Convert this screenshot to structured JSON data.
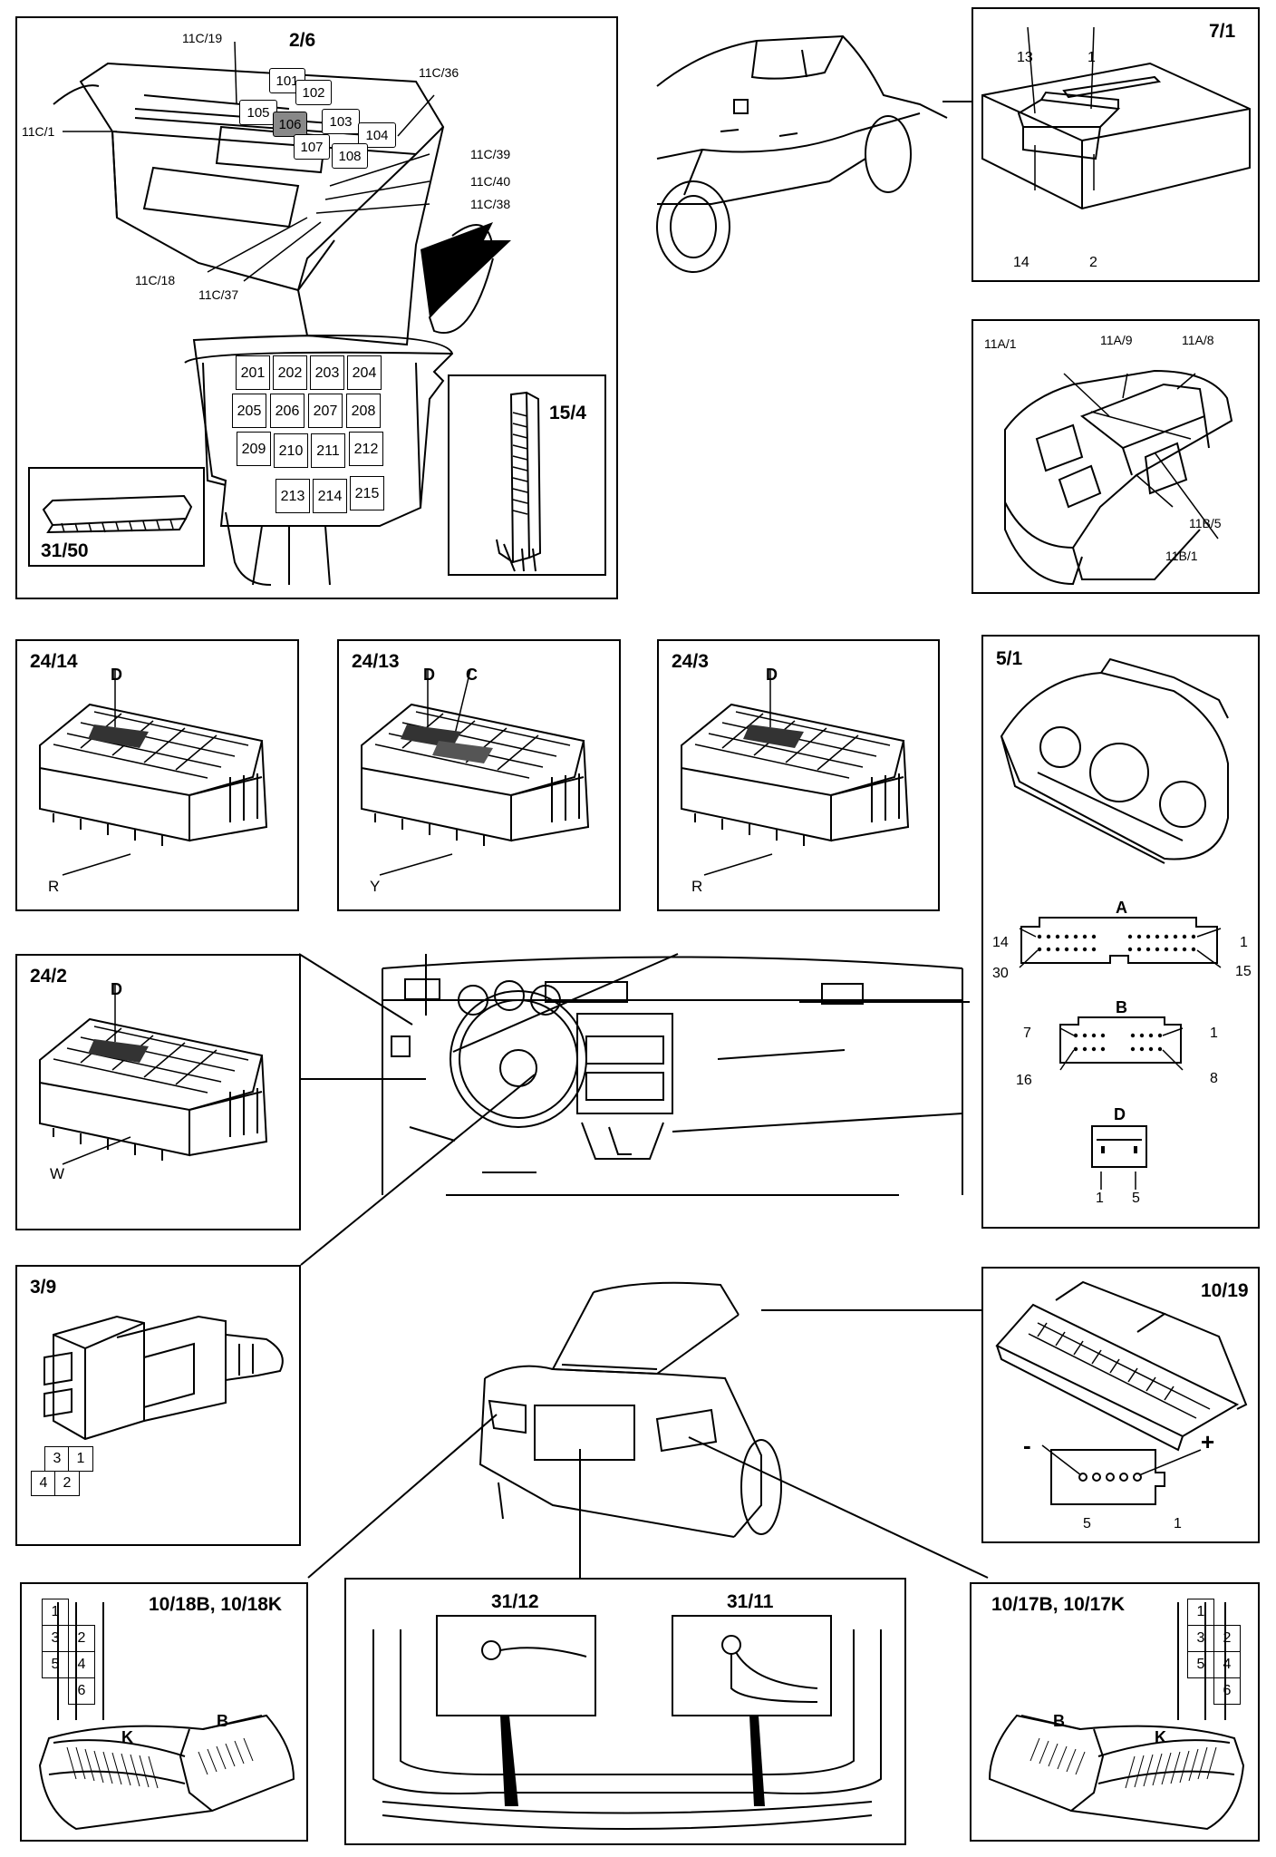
{
  "panels": {
    "p26": {
      "number": "2/6",
      "labels": {
        "c11c19": "11C/19",
        "c11c36": "11C/36",
        "c11c1": "11C/1",
        "c11c39": "11C/39",
        "c11c40": "11C/40",
        "c11c38": "11C/38",
        "c11c18": "11C/18",
        "c11c37": "11C/37"
      },
      "upper_relays": [
        "101",
        "102",
        "103",
        "104",
        "105",
        "106",
        "107",
        "108"
      ],
      "lower_relays": [
        "201",
        "202",
        "203",
        "204",
        "205",
        "206",
        "207",
        "208",
        "209",
        "210",
        "211",
        "212",
        "213",
        "214",
        "215"
      ],
      "inset_154": "15/4",
      "inset_3150": "31/50"
    },
    "p71": {
      "number": "7/1",
      "pins": {
        "p13": "13",
        "p1": "1",
        "p14": "14",
        "p2": "2"
      }
    },
    "p11a": {
      "labels": {
        "a1": "11A/1",
        "a9": "11A/9",
        "a8": "11A/8",
        "b5": "11B/5",
        "b1": "11B/1"
      }
    },
    "p2414": {
      "number": "24/14",
      "top_label": "D",
      "side_label": "R"
    },
    "p2413": {
      "number": "24/13",
      "top_label_d": "D",
      "top_label_c": "C",
      "side_label": "Y"
    },
    "p243": {
      "number": "24/3",
      "top_label": "D",
      "side_label": "R"
    },
    "p242": {
      "number": "24/2",
      "top_label": "D",
      "side_label": "W"
    },
    "p51": {
      "number": "5/1",
      "conn_a": {
        "name": "A",
        "p14": "14",
        "p1": "1",
        "p30": "30",
        "p15": "15"
      },
      "conn_b": {
        "name": "B",
        "p7": "7",
        "p1": "1",
        "p16": "16",
        "p8": "8"
      },
      "conn_d": {
        "name": "D",
        "p1": "1",
        "p5": "5"
      }
    },
    "p39": {
      "number": "3/9",
      "pins": [
        "3",
        "1",
        "4",
        "2"
      ]
    },
    "p1019": {
      "number": "10/19",
      "minus": "-",
      "plus": "+",
      "p5": "5",
      "p1": "1"
    },
    "p1018": {
      "number": "10/18B, 10/18K",
      "pins": [
        "1",
        "3",
        "2",
        "5",
        "4",
        "6"
      ],
      "label_k": "K",
      "label_b": "B"
    },
    "p3112": {
      "n1": "31/12",
      "n2": "31/11"
    },
    "p1017": {
      "number": "10/17B, 10/17K",
      "pins": [
        "1",
        "3",
        "2",
        "5",
        "4",
        "6"
      ],
      "label_b": "B",
      "label_k": "K"
    }
  }
}
